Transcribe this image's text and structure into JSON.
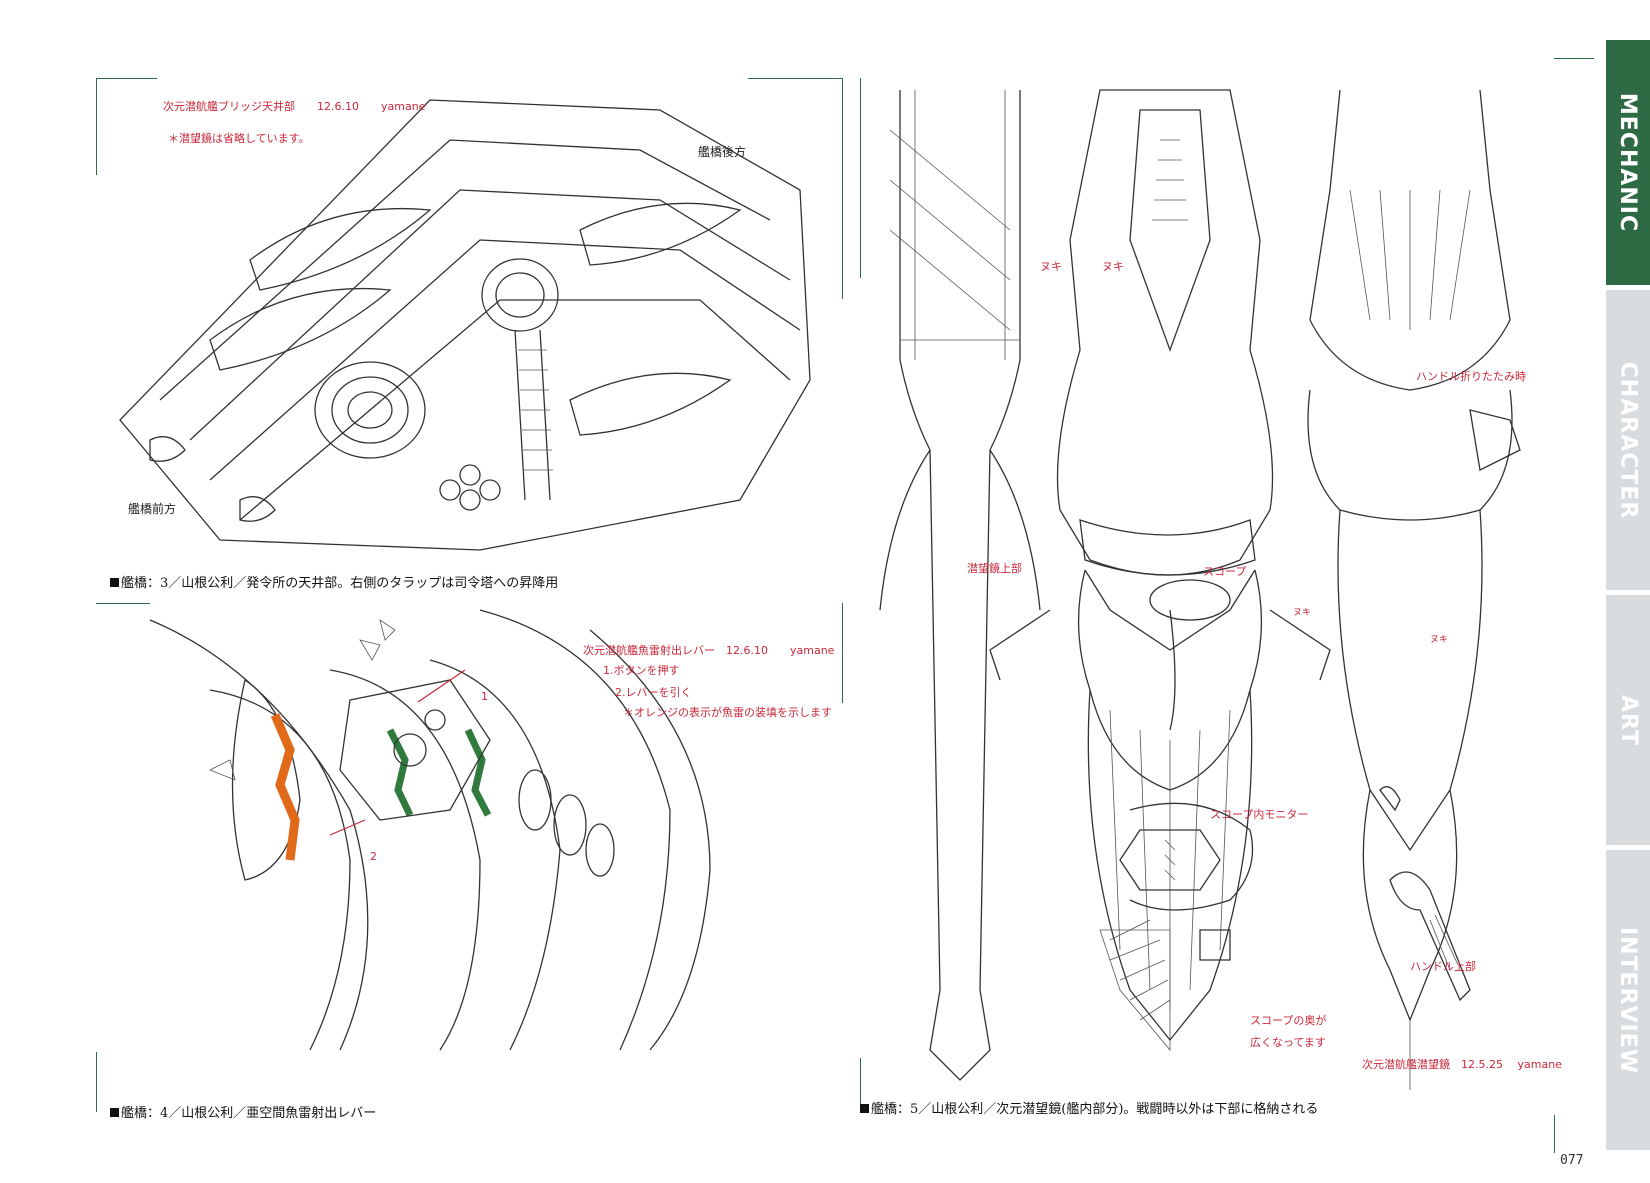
{
  "sidebar": {
    "tabs": [
      {
        "label": "MECHANIC",
        "active": true
      },
      {
        "label": "CHARACTER",
        "active": false
      },
      {
        "label": "ART",
        "active": false
      },
      {
        "label": "INTERVIEW",
        "active": false
      }
    ],
    "active_color": "#2e6a43",
    "inactive_color": "#d9dcdf"
  },
  "panel1": {
    "note_title": "次元潜航艦ブリッジ天井部　　12.6.10　　yamane",
    "note_sub": "＊潜望鏡は省略しています。",
    "label_rear": "艦橋後方",
    "label_front": "艦橋前方",
    "caption": "艦橋：3／山根公利／発令所の天井部。右側のタラップは司令塔への昇降用"
  },
  "panel2": {
    "note_title": "次元潜航艦魚雷射出レバー　12.6.10　　yamane",
    "step1": "1.ボタンを押す",
    "step2": "2.レバーを引く",
    "note_orange": "＊オレンジの表示が魚雷の装填を示します",
    "marker1": "1",
    "marker2": "2",
    "caption": "艦橋：4／山根公利／亜空間魚雷射出レバー",
    "orange_color": "#e06a1a",
    "green_color": "#2f7a3c"
  },
  "panel3": {
    "nuki_left": "ヌキ",
    "nuki_right": "ヌキ",
    "label_periscope_top": "潜望鏡上部",
    "label_scope": "スコープ",
    "label_handle_folded": "ハンドル折りたたみ時",
    "nuki_small_left": "ヌキ",
    "nuki_small_right": "ヌキ",
    "label_scope_monitor": "スコープ内モニター",
    "label_handle_top": "ハンドル上部",
    "label_scope_back_1": "スコープの奥が",
    "label_scope_back_2": "広くなってます",
    "note_title": "次元潜航艦潜望鏡　12.5.25　 yamane",
    "caption": "艦橋：5／山根公利／次元潜望鏡(艦内部分)。戦闘時以外は下部に格納される"
  },
  "page_number": "077",
  "frame_color": "#2f6b45",
  "note_color": "#c8283a"
}
